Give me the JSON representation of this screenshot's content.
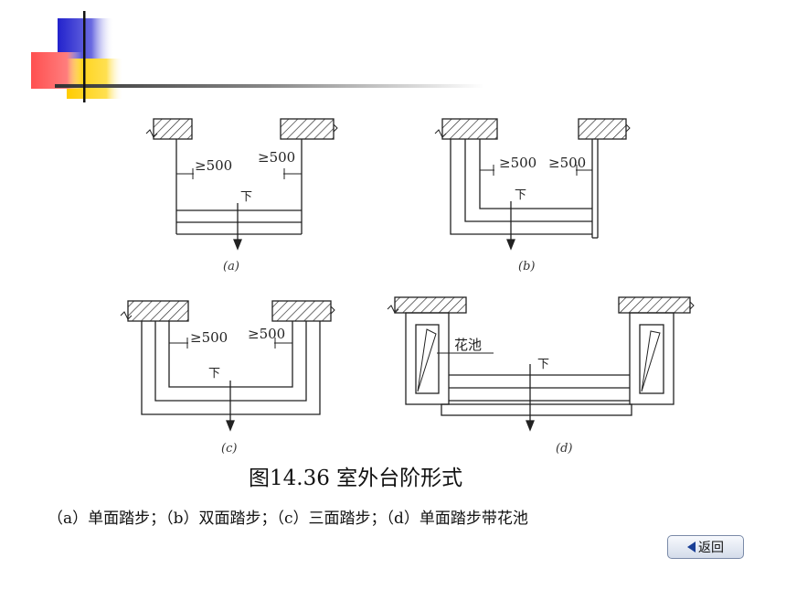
{
  "figure": {
    "title": "图14.36  室外台阶形式",
    "caption": "（a）单面踏步；（b）双面踏步；（c）三面踏步；（d）单面踏步带花池"
  },
  "diagrams": {
    "a": {
      "sublabel": "(a)",
      "dim_left": "≥500",
      "dim_right": "≥500",
      "down_label": "下"
    },
    "b": {
      "sublabel": "(b)",
      "dim_left": "≥500",
      "dim_right": "≥500",
      "down_label": "下"
    },
    "c": {
      "sublabel": "(c)",
      "dim_left": "≥500",
      "dim_right": "≥500",
      "down_label": "下"
    },
    "d": {
      "sublabel": "(d)",
      "planter_label": "花池",
      "down_label": "下"
    }
  },
  "nav": {
    "back_label": "返回"
  },
  "colors": {
    "accent_blue": "#2b2bd6",
    "accent_red": "#f24a4a",
    "accent_yellow": "#ffd400",
    "line": "#222222"
  }
}
